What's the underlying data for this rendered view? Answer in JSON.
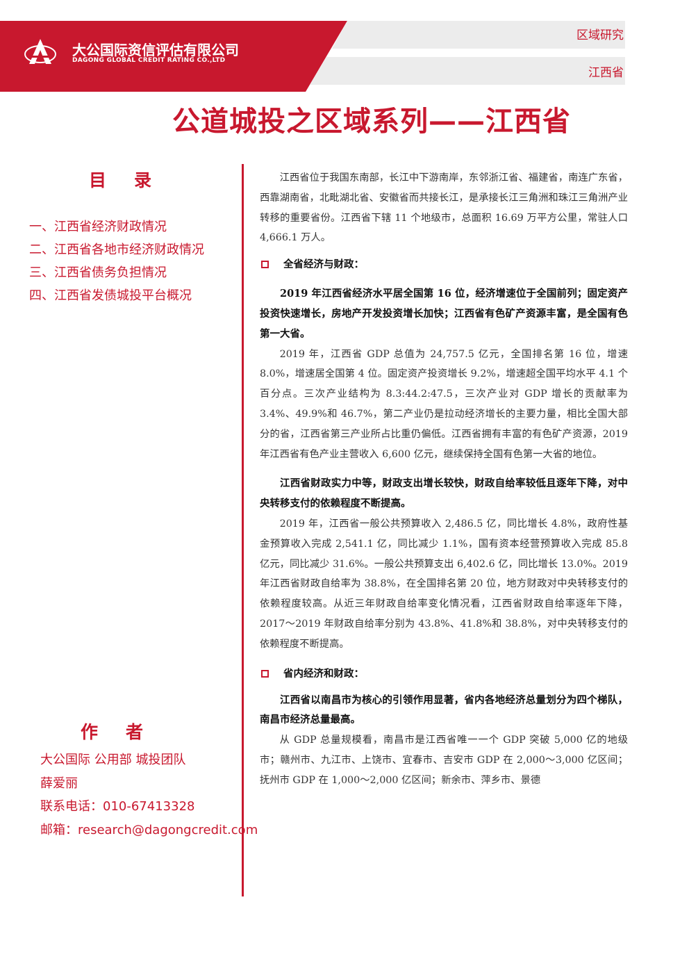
{
  "header": {
    "company_cn": "大公国际资信评估有限公司",
    "company_en": "DAGONG GLOBAL CREDIT RATING CO.,LTD",
    "tag_category": "区域研究",
    "tag_region": "江西省",
    "brand_color": "#c8182e"
  },
  "title": "公道城投之区域系列——江西省",
  "toc": {
    "heading": "目录",
    "items": [
      "一、江西省经济财政情况",
      "二、江西省各地市经济财政情况",
      "三、江西省债务负担情况",
      "四、江西省发债城投平台概况"
    ]
  },
  "author": {
    "heading": "作者",
    "team": "大公国际  公用部  城投团队",
    "name": "薛爱丽",
    "phone": "联系电话：010-67413328",
    "email": "邮箱：research@dagongcredit.com"
  },
  "body": {
    "intro": "江西省位于我国东南部，长江中下游南岸，东邻浙江省、福建省，南连广东省，西靠湖南省，北毗湖北省、安徽省而共接长江，是承接长江三角洲和珠江三角洲产业转移的重要省份。江西省下辖 11 个地级市，总面积 16.69 万平方公里，常驻人口 4,666.1 万人。",
    "section1_title": "全省经济与财政：",
    "s1_bold1": "2019 年江西省经济水平居全国第 16 位，经济增速位于全国前列；固定资产投资快速增长，房地产开发投资增长加快；江西省有色矿产资源丰富，是全国有色第一大省。",
    "s1_para1": "2019 年，江西省 GDP 总值为 24,757.5 亿元，全国排名第 16 位，增速 8.0%，增速居全国第 4 位。固定资产投资增长 9.2%，增速超全国平均水平 4.1 个百分点。三次产业结构为 8.3:44.2:47.5，三次产业对 GDP 增长的贡献率为 3.4%、49.9%和 46.7%，第二产业仍是拉动经济增长的主要力量，相比全国大部分的省，江西省第三产业所占比重仍偏低。江西省拥有丰富的有色矿产资源，2019 年江西省有色产业主营收入 6,600 亿元，继续保持全国有色第一大省的地位。",
    "s1_bold2": "江西省财政实力中等，财政支出增长较快，财政自给率较低且逐年下降，对中央转移支付的依赖程度不断提高。",
    "s1_para2": "2019 年，江西省一般公共预算收入 2,486.5 亿，同比增长 4.8%，政府性基金预算收入完成 2,541.1 亿，同比减少 1.1%，国有资本经营预算收入完成 85.8 亿元，同比减少 31.6%。一般公共预算支出 6,402.6 亿，同比增长 13.0%。2019 年江西省财政自给率为 38.8%，在全国排名第 20 位，地方财政对中央转移支付的依赖程度较高。从近三年财政自给率变化情况看，江西省财政自给率逐年下降，2017～2019 年财政自给率分别为 43.8%、41.8%和 38.8%，对中央转移支付的依赖程度不断提高。",
    "section2_title": "省内经济和财政：",
    "s2_bold1": "江西省以南昌市为核心的引领作用显著，省内各地经济总量划分为四个梯队，南昌市经济总量最高。",
    "s2_para1": "从 GDP 总量规模看，南昌市是江西省唯一一个 GDP 突破 5,000 亿的地级市；赣州市、九江市、上饶市、宜春市、吉安市 GDP 在 2,000～3,000 亿区间；抚州市 GDP 在 1,000～2,000 亿区间；新余市、萍乡市、景德"
  }
}
